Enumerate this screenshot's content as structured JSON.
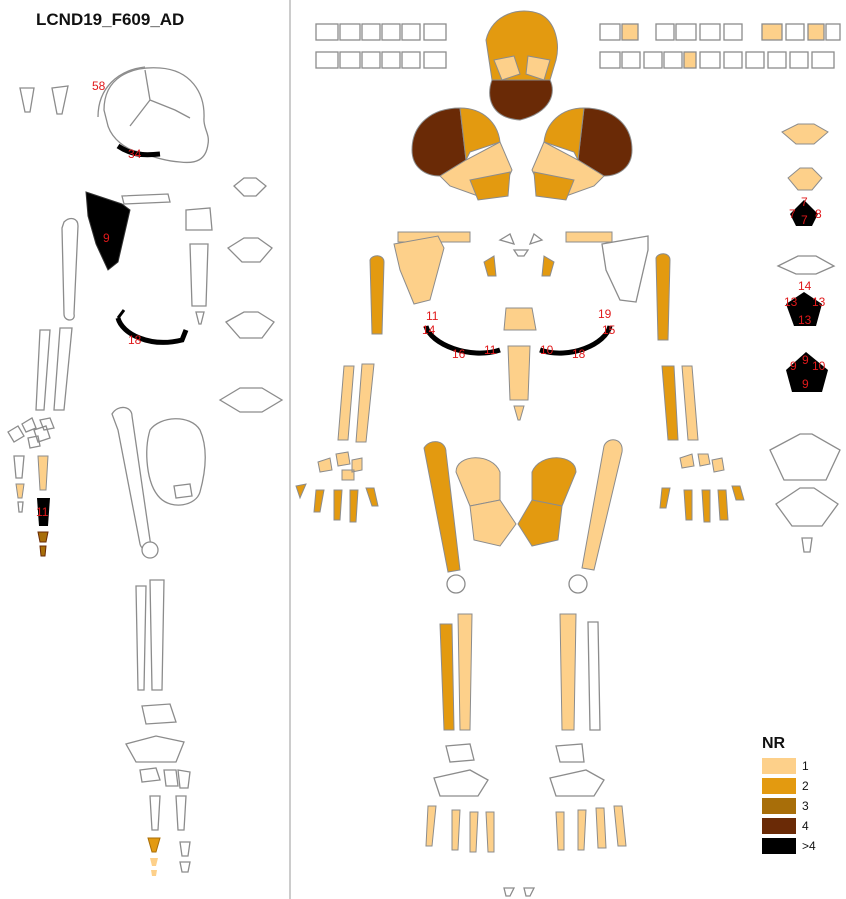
{
  "title": "LCND19_F609_AD",
  "colors": {
    "outline": "#8c8c8c",
    "nr_1": "#fdd08a",
    "nr_2": "#e39a10",
    "nr_3": "#a86e09",
    "nr_4": "#6a2a06",
    "nr_gt4": "#000000",
    "count_label": "#e0191b"
  },
  "counts": {
    "left_skull_parietal": "58",
    "left_mandible": "34",
    "left_scapula": "9",
    "left_rib": "18",
    "left_hand_phalanx": "11",
    "right_rib_a_top": "11",
    "right_rib_a_mid": "14",
    "right_rib_a_low1": "16",
    "right_rib_a_low2": "11",
    "right_rib_b_top": "19",
    "right_rib_b_mid": "15",
    "right_rib_b_low1": "10",
    "right_rib_b_low2": "18",
    "atlas_top": "7",
    "atlas_left": "7",
    "atlas_center": "7",
    "atlas_right": "8",
    "thoracic_top": "14",
    "thoracic_left": "13",
    "thoracic_right": "13",
    "thoracic_center": "13",
    "lumbar_top": "9",
    "lumbar_left": "9",
    "lumbar_right": "10",
    "lumbar_center": "9"
  },
  "legend": {
    "title": "NR",
    "items": [
      {
        "label": "1",
        "color": "#fdd08a"
      },
      {
        "label": "2",
        "color": "#e39a10"
      },
      {
        "label": "3",
        "color": "#a86e09"
      },
      {
        "label": "4",
        "color": "#6a2a06"
      },
      {
        "label": ">4",
        "color": "#000000"
      }
    ]
  }
}
